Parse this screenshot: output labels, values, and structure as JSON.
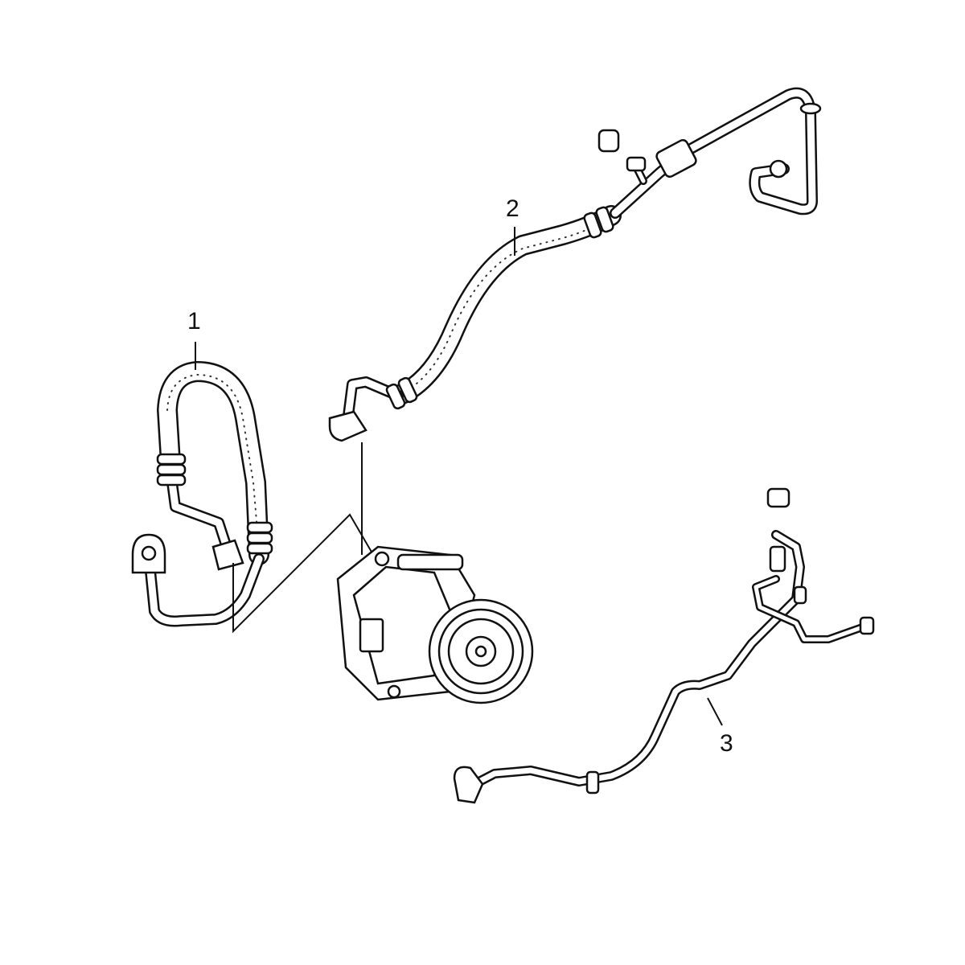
{
  "diagram": {
    "callouts": [
      {
        "id": "1",
        "label": "1"
      },
      {
        "id": "2",
        "label": "2"
      },
      {
        "id": "3",
        "label": "3"
      }
    ],
    "colors": {
      "line": "#111111",
      "background": "#ffffff"
    }
  }
}
